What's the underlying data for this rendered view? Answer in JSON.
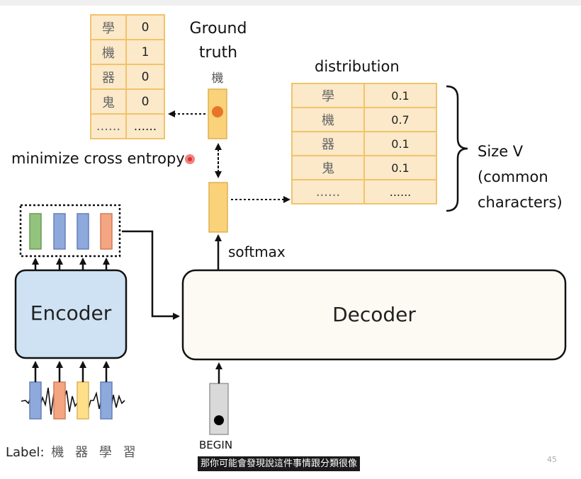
{
  "ground_truth": {
    "title_line1": "Ground",
    "title_line2": "truth",
    "char": "機",
    "rows": [
      {
        "char": "學",
        "value": "0"
      },
      {
        "char": "機",
        "value": "1"
      },
      {
        "char": "器",
        "value": "0"
      },
      {
        "char": "鬼",
        "value": "0"
      },
      {
        "char": "......",
        "value": "......"
      }
    ]
  },
  "distribution": {
    "title": "distribution",
    "rows": [
      {
        "char": "學",
        "value": "0.1"
      },
      {
        "char": "機",
        "value": "0.7"
      },
      {
        "char": "器",
        "value": "0.1"
      },
      {
        "char": "鬼",
        "value": "0.1"
      },
      {
        "char": "......",
        "value": "......"
      }
    ]
  },
  "size_label": {
    "line1": "Size V",
    "line2": "(common",
    "line3": "characters)"
  },
  "minimize_label": "minimize cross entropy",
  "softmax_label": "softmax",
  "encoder_label": "Encoder",
  "decoder_label": "Decoder",
  "begin_label": "BEGIN",
  "transcript_label": {
    "prefix": "Label:",
    "chars": [
      "機",
      "器",
      "學",
      "習"
    ]
  },
  "subtitle": "那你可能會發現說這件事情跟分類很像",
  "page_number": "45",
  "colors": {
    "table_fill": "#fbe9c9",
    "table_border": "#f1c36a",
    "encoder_fill": "#cfe2f3",
    "decoder_fill": "#fdfaf3",
    "vector_orange": "#f9d27a",
    "dot_orange": "#e8742a",
    "green": "#93c47d",
    "blue": "#8ea9db",
    "salmon": "#f4a582",
    "yellow": "#ffe08a"
  }
}
